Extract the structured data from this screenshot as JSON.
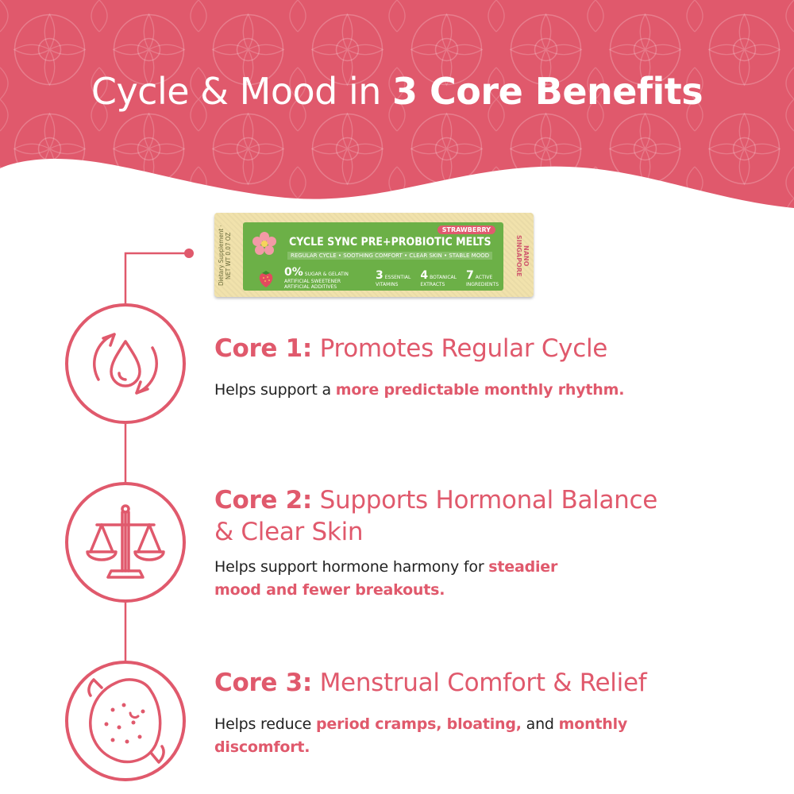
{
  "header": {
    "title_plain": "Cycle & Mood in",
    "title_bold": "3 Core Benefits",
    "background_color": "#e0596c"
  },
  "product": {
    "flavor": "STRAWBERRY",
    "name": "CYCLE SYNC PRE+PROBIOTIC MELTS",
    "tags": "REGULAR CYCLE • SOOTHING COMFORT • CLEAR SKIN • STABLE MOOD",
    "stat_zero": "0%",
    "stat_zero_text": "SUGAR & GELATIN ARTIFICIAL SWEETENER ARTIFICIAL ADDITIVES",
    "stat1_num": "3",
    "stat1_text": "ESSENTIAL VITAMINS",
    "stat2_num": "4",
    "stat2_text": "BOTANICAL EXTRACTS",
    "stat3_num": "7",
    "stat3_text": "ACTIVE INGREDIENTS",
    "side_left": "Dietary Supplement",
    "side_left_2": "NET WT 0.07 OZ",
    "side_right": "NANO SINGAPORE"
  },
  "cores": [
    {
      "label": "Core 1:",
      "heading": "Promotes Regular Cycle",
      "desc_plain": "Helps support a ",
      "desc_highlight": "more predictable monthly rhythm.",
      "icon": "cycle-drop-icon"
    },
    {
      "label": "Core 2:",
      "heading": "Supports Hormonal Balance",
      "heading_2": "& Clear Skin",
      "desc_plain": "Helps support hormone harmony for ",
      "desc_highlight": "steadier",
      "desc_highlight_2": "mood and fewer breakouts.",
      "icon": "balance-scale-icon"
    },
    {
      "label": "Core 3:",
      "heading": "Menstrual Comfort & Relief",
      "desc_plain": "Helps reduce ",
      "desc_highlight": "period cramps, bloating,",
      "desc_plain_2": " and ",
      "desc_highlight_2": "monthly",
      "desc_highlight_3": "discomfort.",
      "icon": "pad-icon"
    }
  ],
  "colors": {
    "accent": "#e0596c",
    "text": "#222222",
    "sachet_green": "#6cb047",
    "sachet_cream": "#f1e2ac"
  }
}
